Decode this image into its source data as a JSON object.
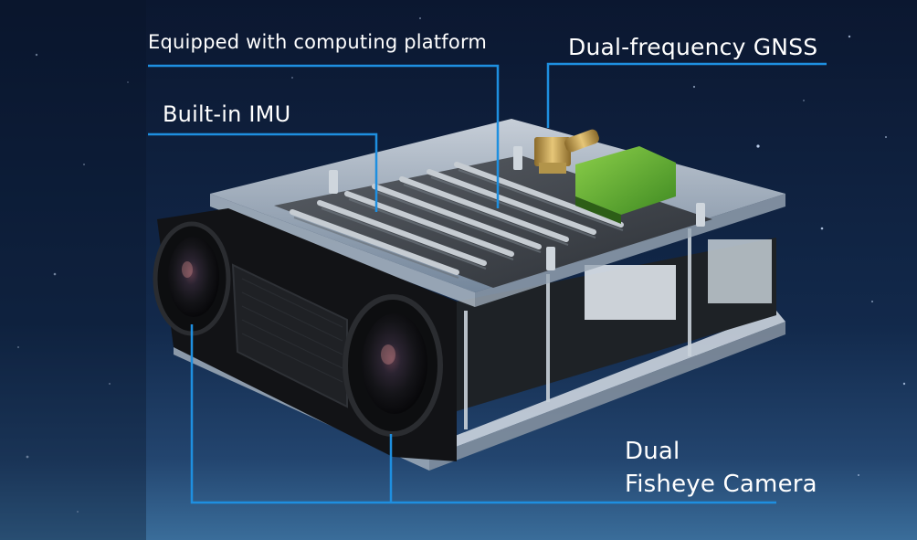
{
  "labels": {
    "computing_platform": "Equipped with computing platform",
    "gnss": "Dual-frequency GNSS",
    "imu": "Built-in IMU",
    "camera_line1": "Dual",
    "camera_line2": "Fisheye Camera"
  },
  "colors": {
    "background_top": "#0c1a34",
    "background_bottom": "#274a72",
    "leader_line": "#1e8fe0",
    "label_text": "#ffffff"
  }
}
